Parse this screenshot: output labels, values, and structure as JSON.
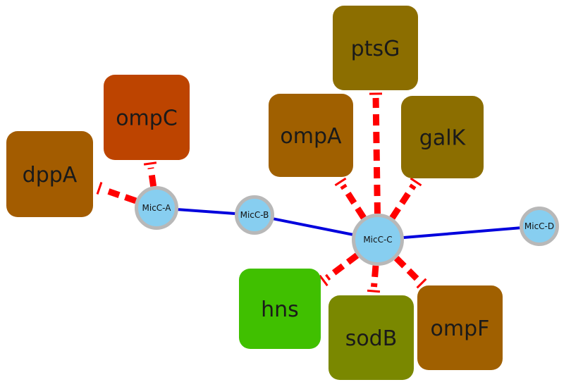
{
  "colors": {
    "edge_inhibit": "#ff0000",
    "edge_link": "#0000dd",
    "srna_fill": "#87cef0",
    "srna_stroke": "#b8b8b8"
  },
  "srna_nodes": [
    {
      "id": "micc_a",
      "label": "MicC-A"
    },
    {
      "id": "micc_b",
      "label": "MicC-B"
    },
    {
      "id": "micc_c",
      "label": "MicC-C"
    },
    {
      "id": "micc_d",
      "label": "MicC-D"
    }
  ],
  "gene_nodes": [
    {
      "id": "ptsg",
      "label": "ptsG",
      "color": "#8c6e00"
    },
    {
      "id": "ompa",
      "label": "ompA",
      "color": "#a06000"
    },
    {
      "id": "galk",
      "label": "galK",
      "color": "#8c6e00"
    },
    {
      "id": "ompc",
      "label": "ompC",
      "color": "#bd4400"
    },
    {
      "id": "dppa",
      "label": "dppA",
      "color": "#a35c00"
    },
    {
      "id": "hns",
      "label": "hns",
      "color": "#40c000"
    },
    {
      "id": "sodb",
      "label": "sodB",
      "color": "#7a8800"
    },
    {
      "id": "ompf",
      "label": "ompF",
      "color": "#a06000"
    }
  ],
  "inhibition_edges": [
    {
      "from": "micc_a",
      "to": "dppa"
    },
    {
      "from": "micc_a",
      "to": "ompc"
    },
    {
      "from": "micc_c",
      "to": "ptsg"
    },
    {
      "from": "micc_c",
      "to": "ompa"
    },
    {
      "from": "micc_c",
      "to": "galk"
    },
    {
      "from": "micc_c",
      "to": "hns"
    },
    {
      "from": "micc_c",
      "to": "sodb"
    },
    {
      "from": "micc_c",
      "to": "ompf"
    }
  ],
  "link_edges": [
    {
      "from": "micc_a",
      "to": "micc_b"
    },
    {
      "from": "micc_b",
      "to": "micc_c"
    },
    {
      "from": "micc_c",
      "to": "micc_d"
    }
  ]
}
